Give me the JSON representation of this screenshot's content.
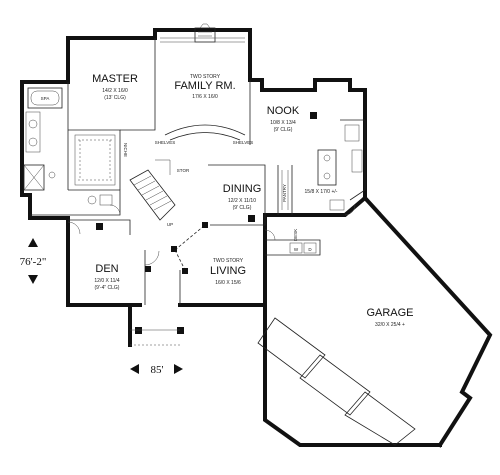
{
  "rooms": {
    "master": {
      "name": "MASTER",
      "dims": "14/2 X 16/0",
      "ceiling": "(13' CLG)"
    },
    "family": {
      "note": "TWO STORY",
      "name": "FAMILY RM.",
      "dims": "17/6 X 16/0"
    },
    "nook": {
      "name": "NOOK",
      "dims": "10/8 X 13/4",
      "ceiling": "(9' CLG)"
    },
    "kitchen": {
      "dims": "15/8 X 17/0 +/-"
    },
    "dining": {
      "name": "DINING",
      "dims": "12/2 X 11/10",
      "ceiling": "(9' CLG)"
    },
    "living": {
      "note": "TWO STORY",
      "name": "LIVING",
      "dims": "16/0 X 15/6"
    },
    "den": {
      "name": "DEN",
      "dims": "12/0 X 11/4",
      "ceiling": "(9'-4\" CLG)"
    },
    "garage": {
      "name": "GARAGE",
      "dims": "32/0 X 25/4 +"
    }
  },
  "labels": {
    "spa": "SPA",
    "shelves_left": "SHELVES",
    "shelves_right": "SHELVES",
    "stor": "STOR",
    "up": "UP",
    "pantry": "PANTRY",
    "desk": "DESK",
    "w": "W",
    "d": "D",
    "niche": "NICHE"
  },
  "dimensions": {
    "depth": "76'-2\"",
    "width": "85'"
  }
}
